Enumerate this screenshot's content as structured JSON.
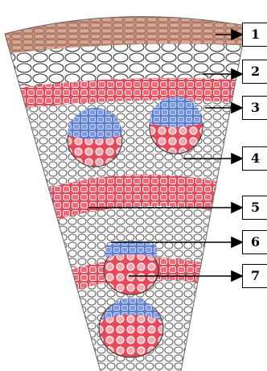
{
  "labels": [
    {
      "number": "1"
    },
    {
      "number": "2"
    },
    {
      "number": "3"
    },
    {
      "number": "4"
    },
    {
      "number": "5"
    },
    {
      "number": "6"
    },
    {
      "number": "7"
    }
  ],
  "colors": {
    "cork": "#c48d7a",
    "cortex_cells": "#ffffff",
    "phloem_red": "#e64a5a",
    "xylem_blue": "#5d7fd0",
    "ground_tissue": "#8e8e8e",
    "arrow": "#000000"
  }
}
